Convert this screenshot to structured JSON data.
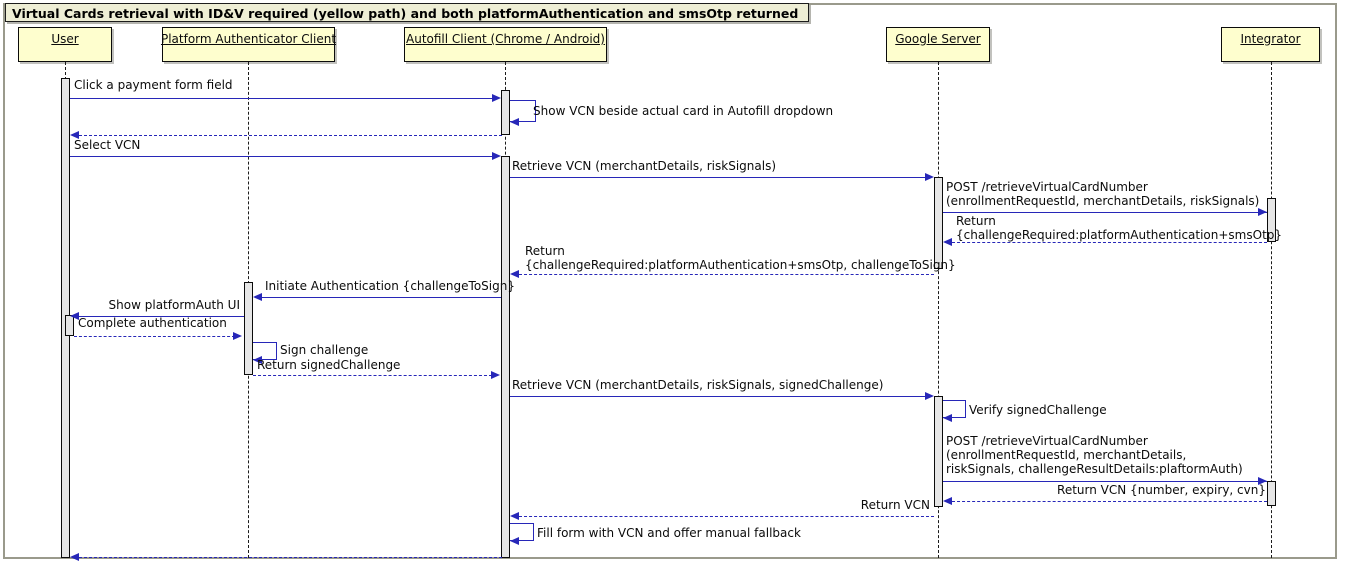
{
  "diagram": {
    "title": "Virtual Cards retrieval with ID&V required (yellow path) and both platformAuthentication and smsOtp returned",
    "type": "uml-sequence-diagram",
    "colors": {
      "participant_fill": "#FEFECE",
      "title_fill": "#EEEED5",
      "arrow": "#2727B8",
      "activation_fill": "#E6E6E6",
      "border": "#0B0B0B"
    }
  },
  "participants": [
    {
      "id": "user",
      "label": "User"
    },
    {
      "id": "platform_authenticator_client",
      "label": "Platform Authenticator Client"
    },
    {
      "id": "autofill_client",
      "label": "Autofill Client (Chrome / Android)"
    },
    {
      "id": "google_server",
      "label": "Google Server"
    },
    {
      "id": "integrator",
      "label": "Integrator"
    }
  ],
  "messages": [
    {
      "index": 1,
      "from": "user",
      "to": "autofill_client",
      "kind": "call",
      "style": "solid",
      "label": "Click a payment form field"
    },
    {
      "index": 2,
      "from": "autofill_client",
      "to": "autofill_client",
      "kind": "self",
      "style": "solid",
      "label": "Show VCN beside actual card in Autofill dropdown"
    },
    {
      "index": 3,
      "from": "autofill_client",
      "to": "user",
      "kind": "return",
      "style": "dashed",
      "label": ""
    },
    {
      "index": 4,
      "from": "user",
      "to": "autofill_client",
      "kind": "call",
      "style": "solid",
      "label": "Select VCN"
    },
    {
      "index": 5,
      "from": "autofill_client",
      "to": "google_server",
      "kind": "call",
      "style": "solid",
      "label": "Retrieve VCN (merchantDetails, riskSignals)"
    },
    {
      "index": 6,
      "from": "google_server",
      "to": "integrator",
      "kind": "call",
      "style": "solid",
      "label_line1": "POST /retrieveVirtualCardNumber",
      "label_line2": "(enrollmentRequestId, merchantDetails, riskSignals)"
    },
    {
      "index": 7,
      "from": "integrator",
      "to": "google_server",
      "kind": "return",
      "style": "dashed",
      "label_line1": "Return",
      "label_line2": "{challengeRequired:platformAuthentication+smsOtp}"
    },
    {
      "index": 8,
      "from": "google_server",
      "to": "autofill_client",
      "kind": "return",
      "style": "dashed",
      "label_line1": "Return",
      "label_line2": "{challengeRequired:platformAuthentication+smsOtp, challengeToSign}"
    },
    {
      "index": 9,
      "from": "autofill_client",
      "to": "platform_authenticator_client",
      "kind": "call",
      "style": "solid",
      "label": "Initiate Authentication {challengeToSign}"
    },
    {
      "index": 10,
      "from": "platform_authenticator_client",
      "to": "user",
      "kind": "call",
      "style": "solid",
      "label": "Show platformAuth UI"
    },
    {
      "index": 11,
      "from": "user",
      "to": "platform_authenticator_client",
      "kind": "return",
      "style": "dashed",
      "label": "Complete authentication"
    },
    {
      "index": 12,
      "from": "platform_authenticator_client",
      "to": "platform_authenticator_client",
      "kind": "self",
      "style": "solid",
      "label": "Sign challenge"
    },
    {
      "index": 13,
      "from": "platform_authenticator_client",
      "to": "autofill_client",
      "kind": "return",
      "style": "dashed",
      "label": "Return signedChallenge"
    },
    {
      "index": 14,
      "from": "autofill_client",
      "to": "google_server",
      "kind": "call",
      "style": "solid",
      "label": "Retrieve VCN (merchantDetails, riskSignals, signedChallenge)"
    },
    {
      "index": 15,
      "from": "google_server",
      "to": "google_server",
      "kind": "self",
      "style": "solid",
      "label": "Verify signedChallenge"
    },
    {
      "index": 16,
      "from": "google_server",
      "to": "integrator",
      "kind": "call",
      "style": "solid",
      "label_line1": "POST /retrieveVirtualCardNumber",
      "label_line2": "(enrollmentRequestId, merchantDetails,",
      "label_line3": "riskSignals, challengeResultDetails:plaftormAuth)"
    },
    {
      "index": 17,
      "from": "integrator",
      "to": "google_server",
      "kind": "return",
      "style": "dashed",
      "label": "Return VCN {number, expiry, cvn}"
    },
    {
      "index": 18,
      "from": "google_server",
      "to": "autofill_client",
      "kind": "return",
      "style": "dashed",
      "label": "Return VCN"
    },
    {
      "index": 19,
      "from": "autofill_client",
      "to": "autofill_client",
      "kind": "self",
      "style": "solid",
      "label": "Fill form with VCN and offer manual fallback"
    },
    {
      "index": 20,
      "from": "autofill_client",
      "to": "user",
      "kind": "return",
      "style": "dashed",
      "label": ""
    }
  ]
}
